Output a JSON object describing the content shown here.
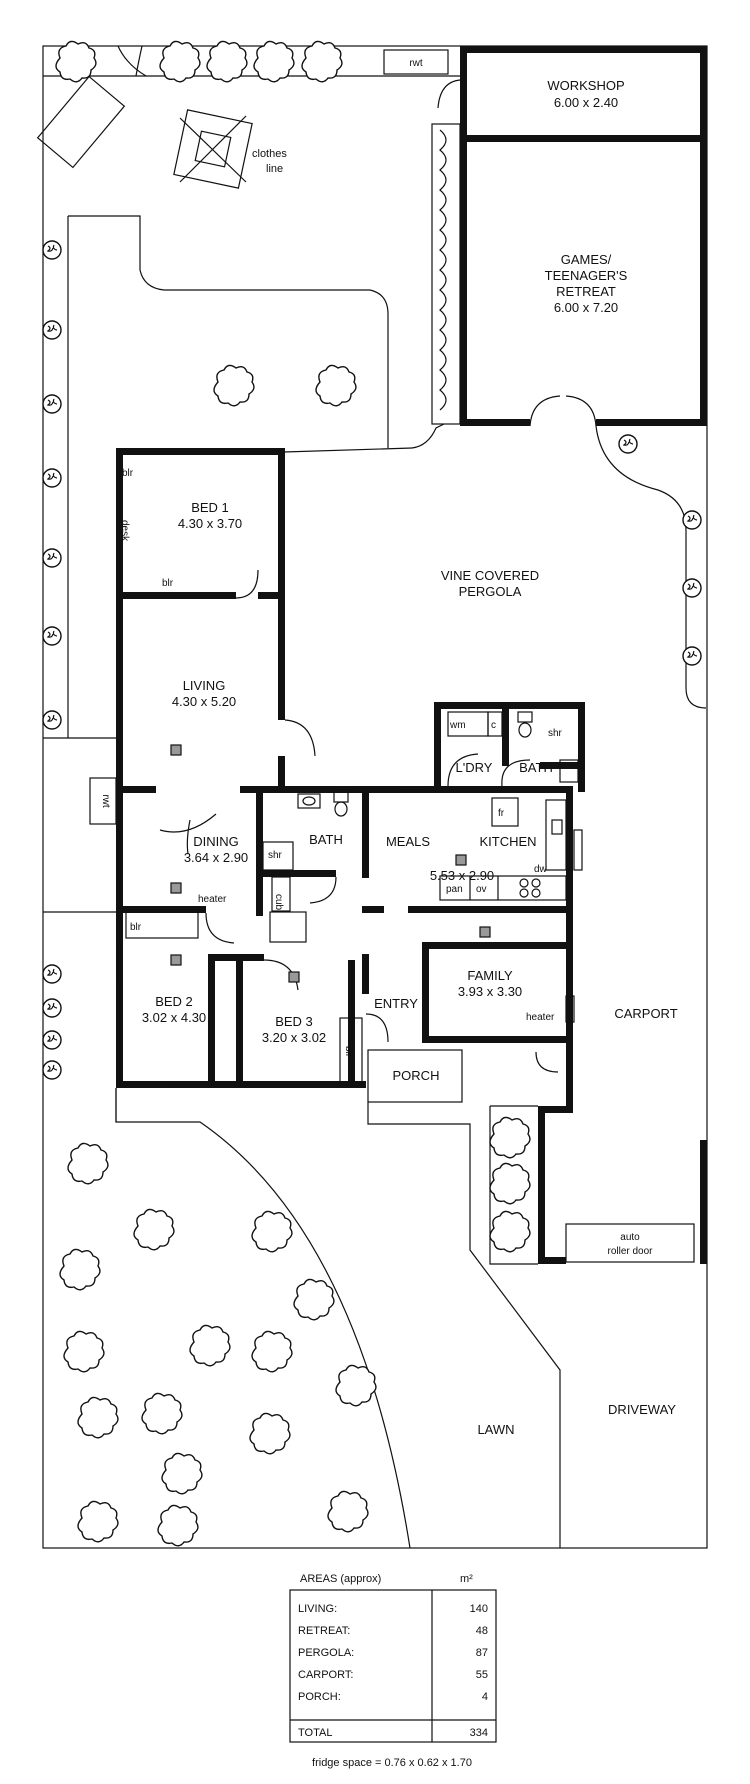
{
  "rooms": {
    "workshop": {
      "name": "WORKSHOP",
      "dims": "6.00 x 2.40"
    },
    "games": {
      "line1": "GAMES/",
      "line2": "TEENAGER'S",
      "line3": "RETREAT",
      "dims": "6.00 x 7.20"
    },
    "bed1": {
      "name": "BED 1",
      "dims": "4.30 x 3.70"
    },
    "living": {
      "name": "LIVING",
      "dims": "4.30 x 5.20"
    },
    "dining": {
      "name": "DINING",
      "dims": "3.64 x 2.90"
    },
    "bath_main": {
      "name": "BATH"
    },
    "meals": {
      "name": "MEALS"
    },
    "kitchen": {
      "name": "KITCHEN"
    },
    "meals_kitchen_dims": "5.53 x 2.90",
    "ldry": {
      "name": "L'DRY"
    },
    "bath_small": {
      "name": "BATH"
    },
    "family": {
      "name": "FAMILY",
      "dims": "3.93 x 3.30"
    },
    "bed2": {
      "name": "BED 2",
      "dims": "3.02 x 4.30"
    },
    "bed3": {
      "name": "BED 3",
      "dims": "3.20 x 3.02"
    },
    "entry": {
      "name": "ENTRY"
    },
    "porch": {
      "name": "PORCH"
    },
    "carport": {
      "name": "CARPORT"
    },
    "pergola": {
      "line1": "VINE COVERED",
      "line2": "PERGOLA"
    }
  },
  "labels": {
    "rwt": "rwt",
    "clothes1": "clothes",
    "clothes2": "line",
    "blr": "blr",
    "desk": "desk",
    "shr": "shr",
    "cub": "cub",
    "heater": "heater",
    "wm": "wm",
    "c": "c",
    "fr": "fr",
    "dw": "dw",
    "pan": "pan",
    "ov": "ov",
    "auto1": "auto",
    "auto2": "roller door",
    "lawn": "LAWN",
    "driveway": "DRIVEWAY"
  },
  "areas": {
    "title": "AREAS (approx)",
    "unit": "m²",
    "rows": [
      {
        "label": "LIVING:",
        "value": "140"
      },
      {
        "label": "RETREAT:",
        "value": "48"
      },
      {
        "label": "PERGOLA:",
        "value": "87"
      },
      {
        "label": "CARPORT:",
        "value": "55"
      },
      {
        "label": "PORCH:",
        "value": "4"
      }
    ],
    "total_label": "TOTAL",
    "total_value": "334",
    "footnote": "fridge space = 0.76 x 0.62 x 1.70"
  }
}
